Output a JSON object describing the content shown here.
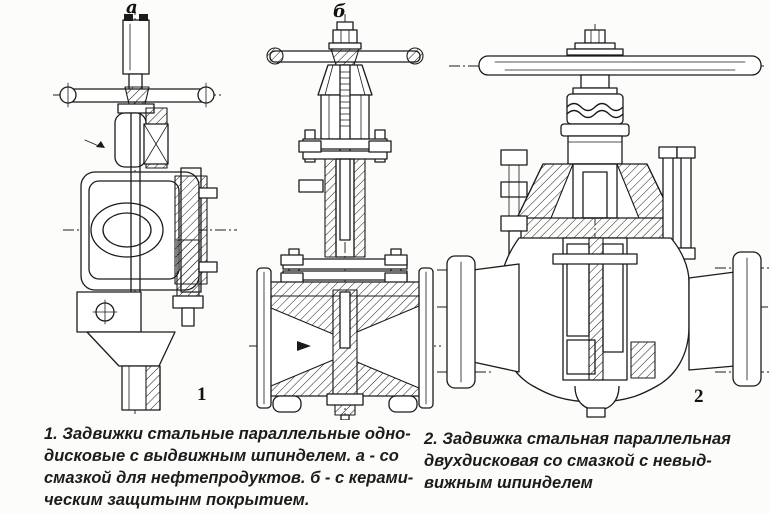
{
  "page": {
    "background": "#fcfcfb",
    "ink_color": "#1b1b1b",
    "description": "Scanned catalog page with three technical cross-section drawings of steel gate valves"
  },
  "figures": {
    "label_a": "а",
    "label_b": "б",
    "number_1": "1",
    "number_2": "2"
  },
  "captions": {
    "left": {
      "lines": [
        "1. Задвижки стальные параллельные одно-",
        "дисковые с выдвижным шпинделем. а - со",
        "смазкой для нефтепродуктов. б - с керами-",
        "ческим защитынм покрытием."
      ]
    },
    "right": {
      "lines": [
        "2. Задвижка стальная параллельная",
        "двухдисковая со смазкой с невыд-",
        "вижным шпинделем"
      ]
    }
  }
}
